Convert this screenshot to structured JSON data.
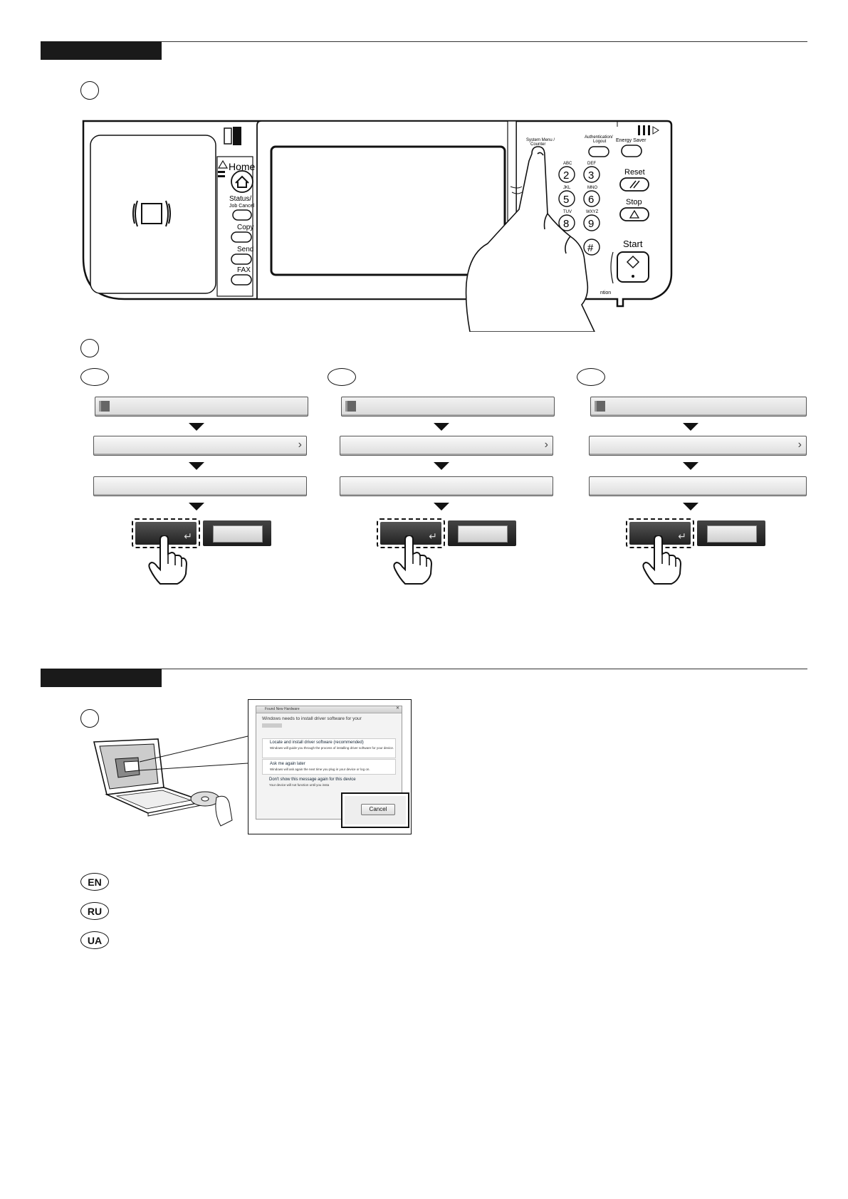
{
  "panel": {
    "home_label": "Home",
    "status_label": "Status/",
    "status_sub_label": "Job Cancel",
    "copy_label": "Copy",
    "send_label": "Send",
    "fax_label": "FAX",
    "system_menu_label": "System Menu /",
    "system_menu_sub_label": "Counter",
    "auth_label": "Authentication/",
    "auth_sub_label": "Logout",
    "energy_saver_label": "Energy Saver",
    "reset_label": "Reset",
    "stop_label": "Stop",
    "start_label": "Start",
    "attention_label": "ntion",
    "keys": [
      {
        "letters": "ABC",
        "digit": "2"
      },
      {
        "letters": "DEF",
        "digit": "3"
      },
      {
        "letters": "JKL",
        "digit": "5"
      },
      {
        "letters": "MNO",
        "digit": "6"
      },
      {
        "letters": "TUV",
        "digit": "8"
      },
      {
        "letters": "WXYZ",
        "digit": "9"
      },
      {
        "letters": "",
        "digit": "#"
      }
    ]
  },
  "dialog": {
    "title": "Found New Hardware",
    "heading": "Windows needs to install driver software for your",
    "option1_title": "Locate and install driver software (recommended)",
    "option1_desc": "Windows will guide you through the process of installing driver software for your device.",
    "option2_title": "Ask me again later",
    "option2_desc": "Windows will ask again the next time you plug in your device or log on.",
    "option3_title": "Don't show this message again for this device",
    "option3_desc": "Your device will not function until you insta",
    "cancel_label": "Cancel"
  },
  "languages": [
    "EN",
    "RU",
    "UA"
  ]
}
